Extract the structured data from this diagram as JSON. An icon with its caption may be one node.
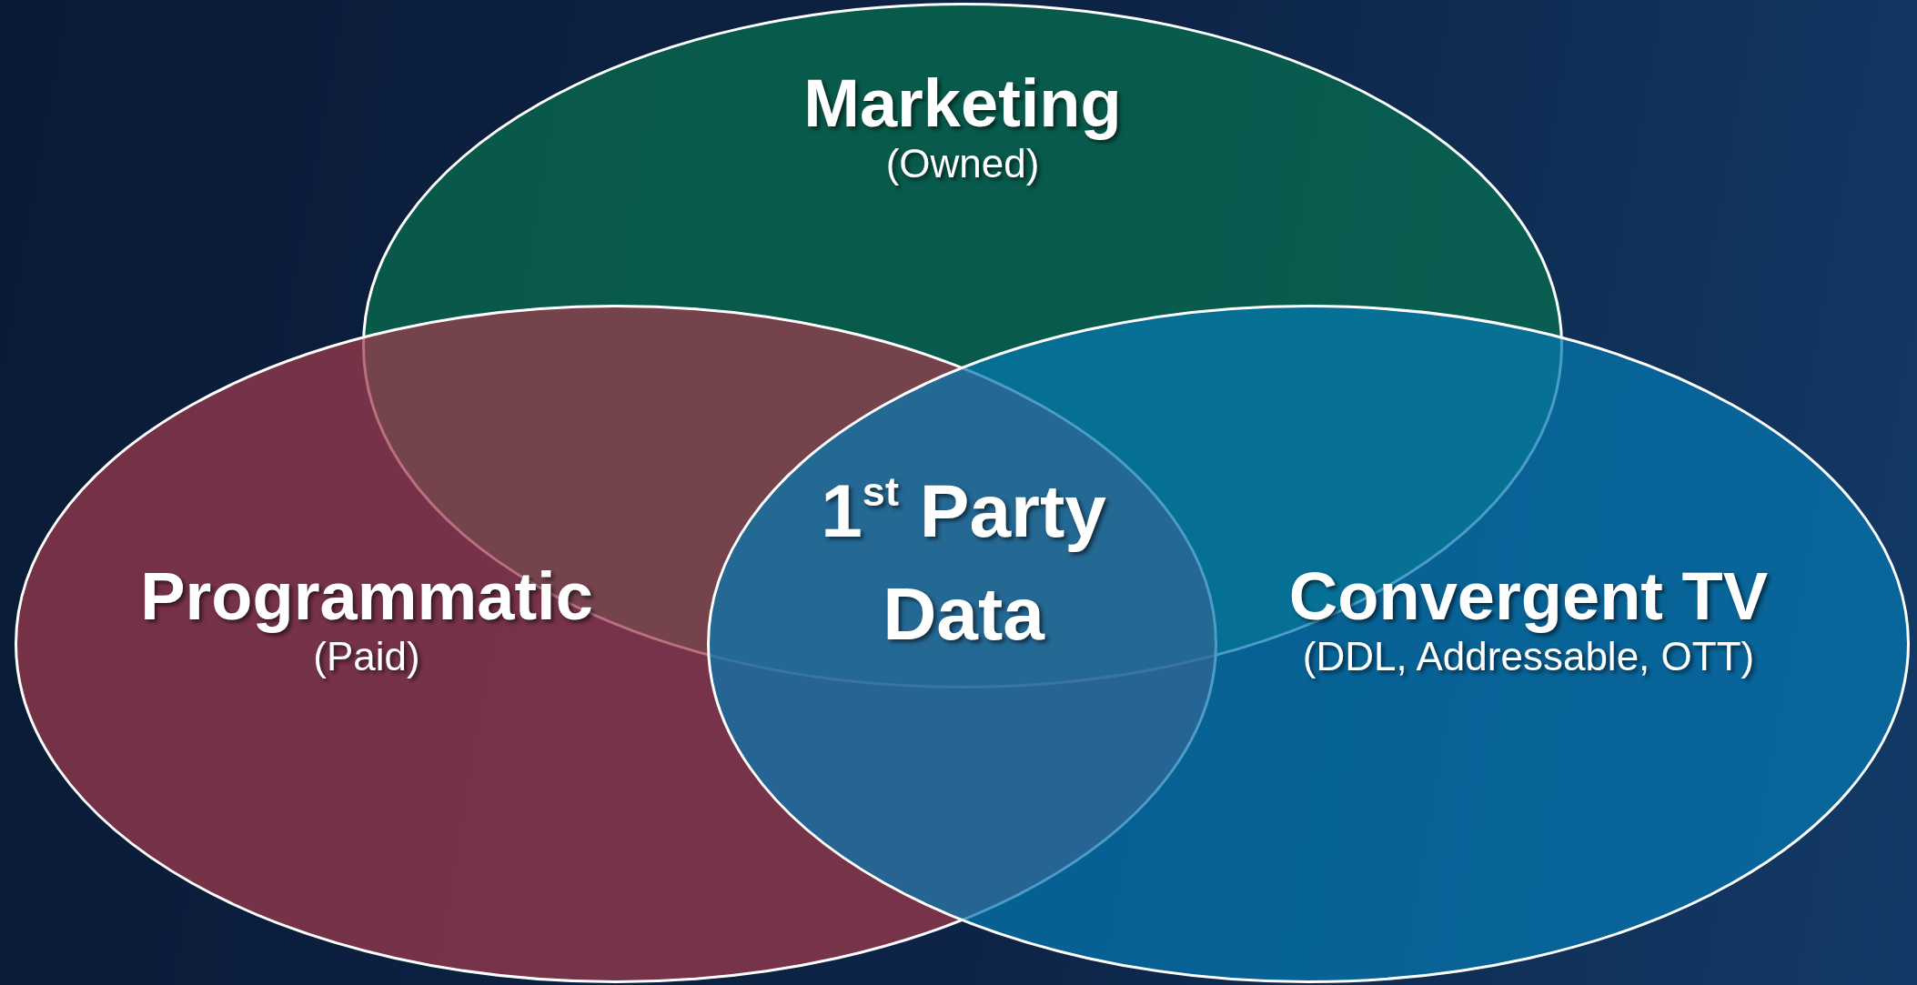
{
  "diagram": {
    "nodes": [
      {
        "text": [
          "Marketing",
          "(Owned)"
        ]
      },
      {
        "text": [
          "Programmatic",
          "(Paid)"
        ]
      },
      {
        "text": [
          "Convergent TV",
          "(DDL, Addressable, OTT)"
        ]
      }
    ],
    "labels": [
      "1$^{st}$ Party Data"
    ]
  }
}
